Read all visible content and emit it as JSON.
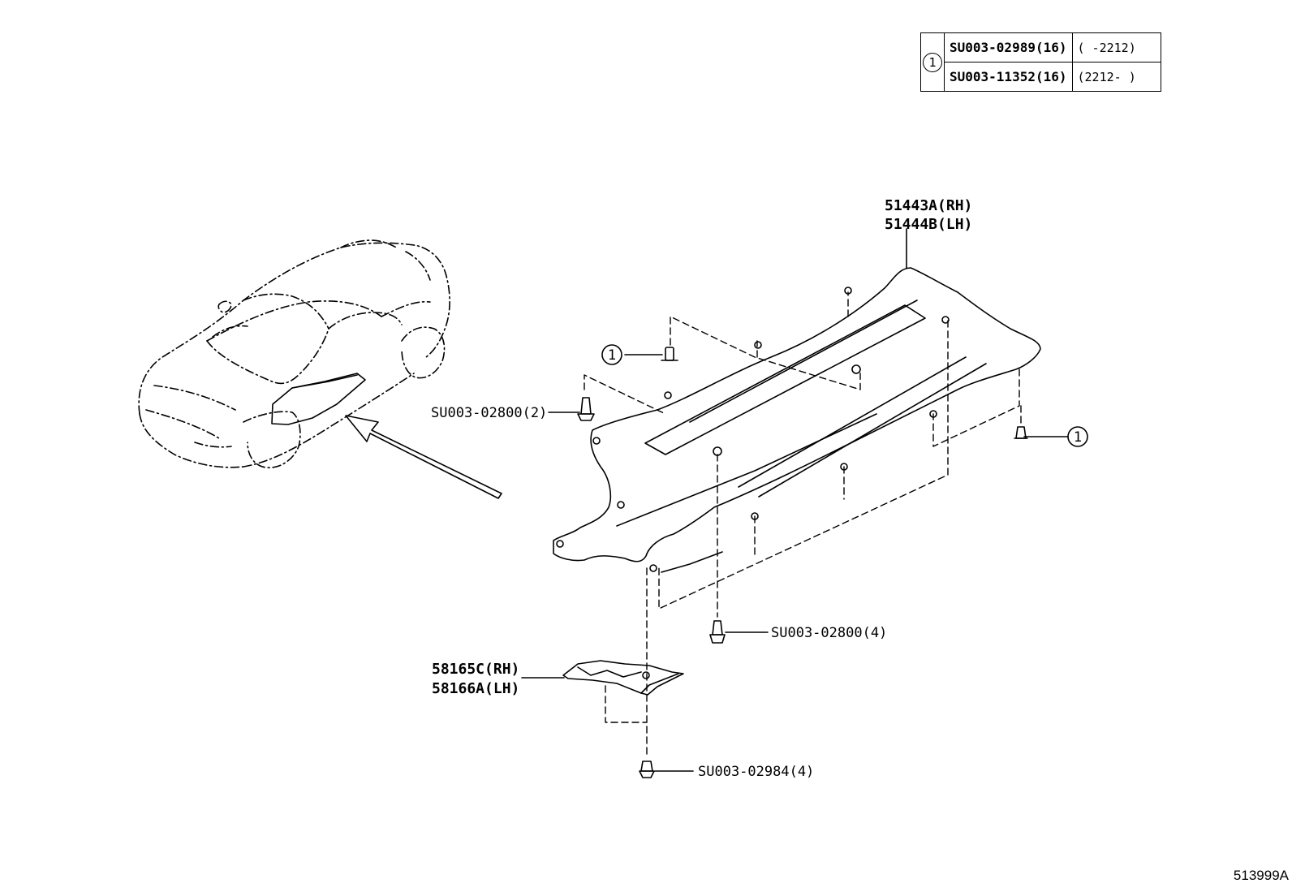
{
  "reference_table": {
    "marker": "1",
    "rows": [
      {
        "part": "SU003-02989(16)",
        "range": "(      -2212)"
      },
      {
        "part": "SU003-11352(16)",
        "range": "(2212-      )"
      }
    ]
  },
  "callouts": {
    "undercover_rh": "51443A(RH)",
    "undercover_lh": "51444B(LH)",
    "clip_2": "SU003-02800(2)",
    "clip_4": "SU003-02800(4)",
    "shield_rh": "58165C(RH)",
    "shield_lh": "58166A(LH)",
    "bolt_4": "SU003-02984(4)",
    "marker_left": "1",
    "marker_right": "1"
  },
  "diagram_id": "513999A"
}
